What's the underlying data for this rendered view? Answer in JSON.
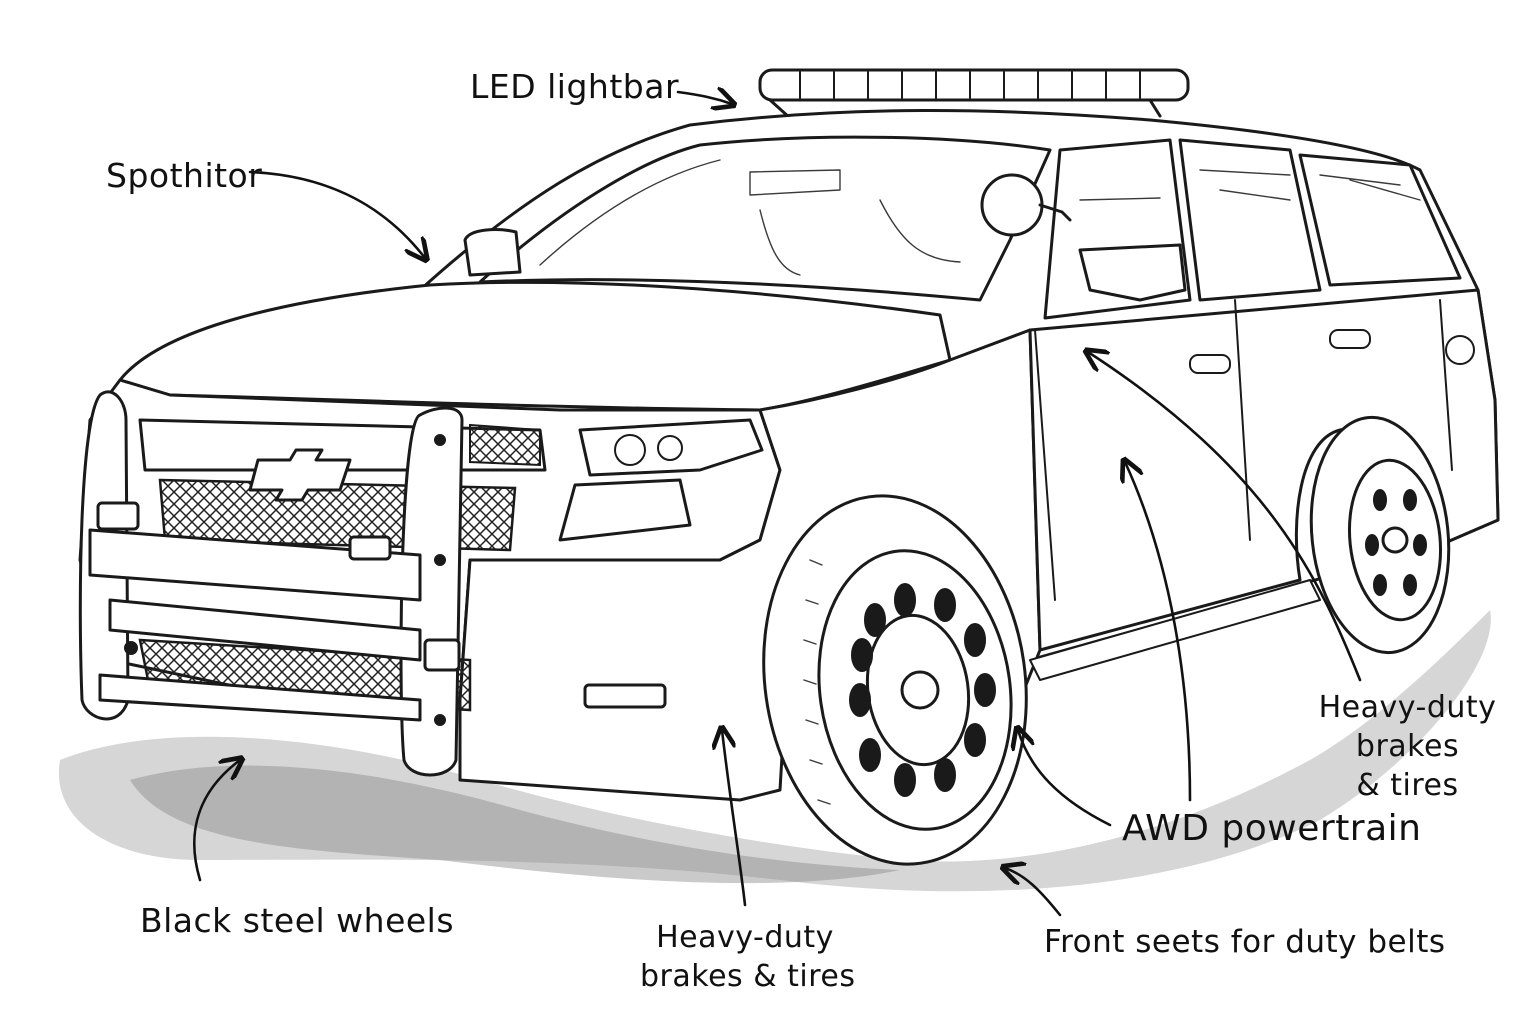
{
  "callouts": {
    "lightbar": "LED lightbar",
    "spotlight": "Spothitor",
    "wheels": "Black steel wheels",
    "brakes_front": [
      "Heavy-duty",
      "brakes & tires"
    ],
    "brakes_rear": [
      "Heavy-duty",
      "brakes",
      "& tires"
    ],
    "powertrain": "AWD powertrain",
    "seats": "Front seets for duty belts"
  },
  "colors": {
    "ink": "#1a1a1a",
    "shadow": "#9a9a9a",
    "background": "#ffffff"
  },
  "icons": {
    "emblem": "bowtie-emblem-icon"
  }
}
